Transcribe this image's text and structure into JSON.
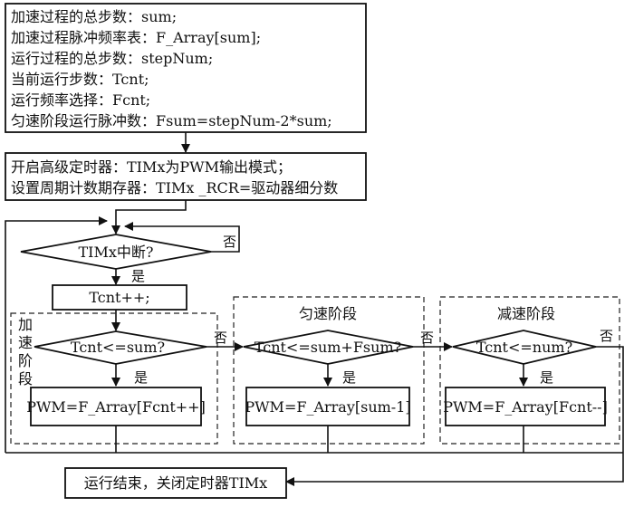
{
  "init_box": {
    "lines": [
      "加速过程的总步数：sum;",
      "加速过程脉冲频率表：F_Array[sum];",
      "运行过程的总步数：stepNum;",
      "当前运行步数：Tcnt;",
      "运行频率选择：Fcnt;",
      "匀速阶段运行脉冲数：Fsum=stepNum-2*sum;"
    ]
  },
  "timer_box": {
    "lines": [
      "开启高级定时器：TIMx为PWM输出模式；",
      "设置周期计数期存器：TIMx _RCR=驱动器细分数"
    ]
  },
  "interrupt_decision": {
    "label": "TIMx中断?",
    "no": "否",
    "yes": "是"
  },
  "increment_box": {
    "label": "Tcnt++;"
  },
  "accel": {
    "title_chars": [
      "加",
      "速",
      "阶",
      "段"
    ],
    "decision": "Tcnt<=sum?",
    "yes": "是",
    "no": "否",
    "action": "PWM=F_Array[Fcnt++]"
  },
  "constant": {
    "title": "匀速阶段",
    "decision": "Tcnt<=sum+Fsum?",
    "yes": "是",
    "no": "否",
    "action": "PWM=F_Array[sum-1]"
  },
  "decel": {
    "title": "减速阶段",
    "decision": "Tcnt<=num?",
    "yes": "是",
    "no": "否",
    "action": "PWM=F_Array[Fcnt--]"
  },
  "end_box": {
    "label": "运行结束，关闭定时器TIMx"
  }
}
